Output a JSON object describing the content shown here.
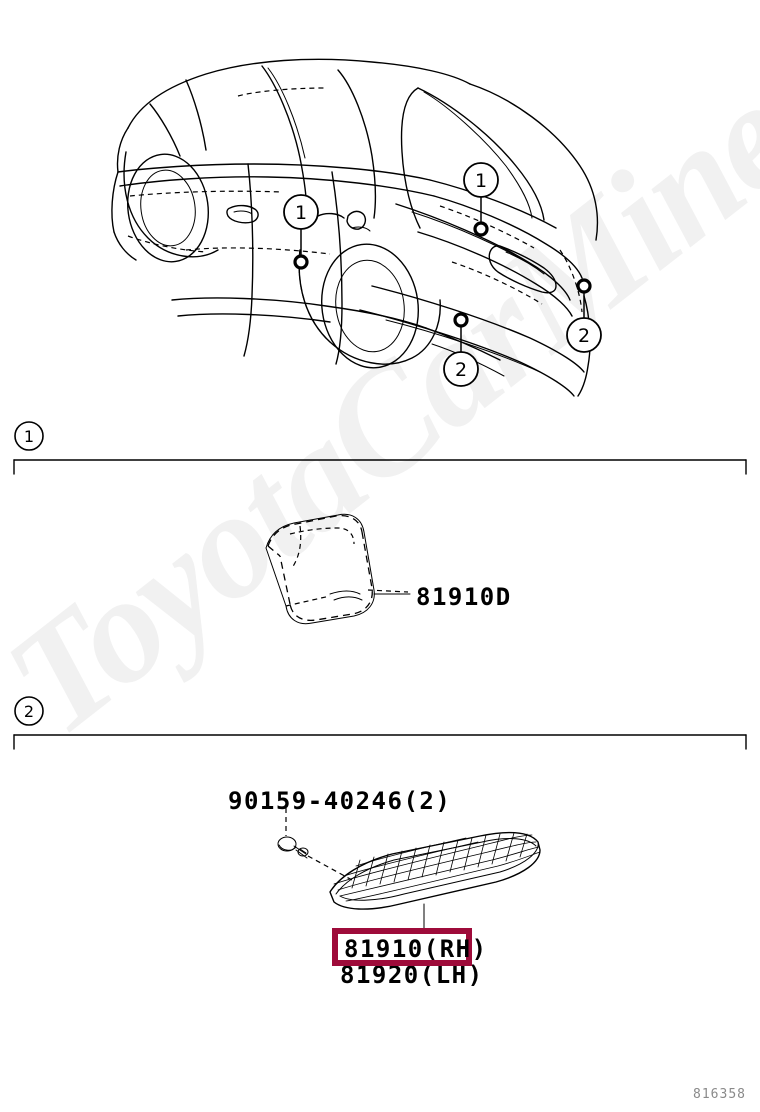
{
  "document": {
    "type": "automotive-parts-diagram",
    "footer_code": "816358",
    "watermark": "ToyotaCarMine.ru"
  },
  "vehicle_illustration": {
    "description": "rear three-quarter view sedan line drawing",
    "callouts": [
      {
        "id": "vehicle-callout-1a",
        "label": "1",
        "position": "rear door / rocker panel"
      },
      {
        "id": "vehicle-callout-1b",
        "label": "1",
        "position": "rear deck / trunk lid"
      },
      {
        "id": "vehicle-callout-2a",
        "label": "2",
        "position": "rear bumper lower left"
      },
      {
        "id": "vehicle-callout-2b",
        "label": "2",
        "position": "rear bumper right corner"
      }
    ]
  },
  "sections": [
    {
      "marker": "1",
      "parts": [
        {
          "number": "81910D",
          "highlighted": false
        }
      ]
    },
    {
      "marker": "2",
      "parts": [
        {
          "number": "90159-40246(2)",
          "highlighted": false
        },
        {
          "number": "81910(RH)",
          "highlighted": true
        },
        {
          "number": "81920(LH)",
          "highlighted": false
        }
      ]
    }
  ],
  "labels": {
    "reflector_upper": "81910D",
    "screw": "90159-40246(2)",
    "reflector_rh": "81910(RH)",
    "reflector_lh": "81920(LH)"
  },
  "colors": {
    "highlight": "#9e0b3a",
    "line": "#000000",
    "watermark": "#f1f1f1",
    "footer": "#8a8a8a",
    "background": "#ffffff"
  }
}
